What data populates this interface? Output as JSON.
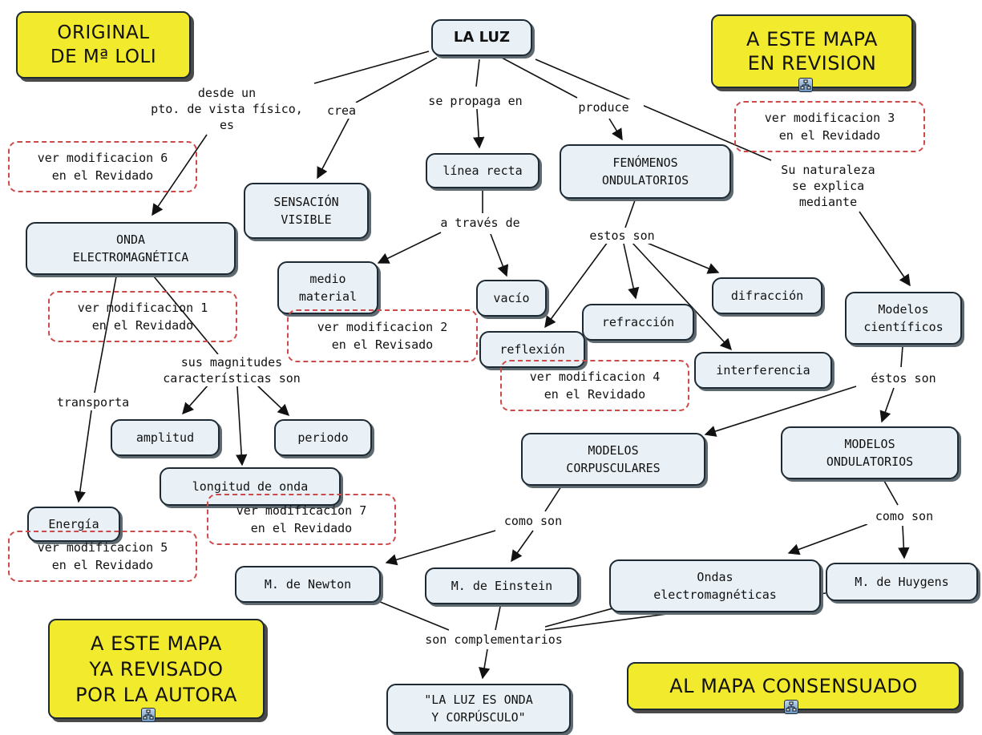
{
  "links": {
    "original": "ORIGINAL\nDE Mª LOLI",
    "en_revision": "A ESTE MAPA\nEN REVISION",
    "revisado": "A ESTE MAPA\nYA REVISADO\nPOR LA AUTORA",
    "consensuado": "AL MAPA CONSENSUADO"
  },
  "concepts": {
    "luz": "LA LUZ",
    "sensacion": "SENSACIÓN\nVISIBLE",
    "linea_recta": "línea recta",
    "fenomenos": "FENÓMENOS\nONDULATORIOS",
    "onda_em": "ONDA\nELECTROMAGNÉTICA",
    "medio": "medio\nmaterial",
    "vacio": "vacío",
    "refraccion": "refracción",
    "difraccion": "difracción",
    "reflexion": "reflexión",
    "interferencia": "interferencia",
    "modelos_cientificos": "Modelos\ncientíficos",
    "amplitud": "amplitud",
    "periodo": "periodo",
    "modelos_corpusculares": "MODELOS\nCORPUSCULARES",
    "modelos_ondulatorios": "MODELOS\nONDULATORIOS",
    "longitud": "longitud de onda",
    "energia": "Energía",
    "newton": "M. de Newton",
    "einstein": "M. de Einstein",
    "ondas_em": "Ondas\nelectromagnéticas",
    "huygens": "M. de Huygens",
    "conclusion": "\"LA LUZ ES ONDA\nY CORPÚSCULO\""
  },
  "linking_phrases": {
    "desde": "desde un\npto. de vista físico,\nes",
    "crea": "crea",
    "se_propaga": "se propaga en",
    "produce": "produce",
    "naturaleza": "Su naturaleza\nse explica\nmediante",
    "a_traves": "a través de",
    "estos_son": "estos son",
    "sus_magnitudes": "sus magnitudes\ncaracterísticas son",
    "transporta": "transporta",
    "estos_son2": "éstos son",
    "como_son1": "como son",
    "como_son2": "como son",
    "complementarios": "son complementarios"
  },
  "annotations": {
    "mod1": "ver modificacion 1\nen el Revidado",
    "mod2": "ver modificacion 2\nen el Revisado",
    "mod3": "ver modificacion 3\nen el Revidado",
    "mod4": "ver modificacion 4\nen el Revidado",
    "mod5": "ver modificacion 5\nen el Revidado",
    "mod6": "ver modificacion 6\nen el Revidado",
    "mod7": "ver modificacion 7\nen el Revidado"
  },
  "icons": {
    "map_link": "concept-map-icon"
  },
  "colors": {
    "concept_fill": "#e9f1f7",
    "link_fill": "#f2ea2c",
    "annotation_border": "#cc4a4a",
    "edge": "#111111"
  }
}
